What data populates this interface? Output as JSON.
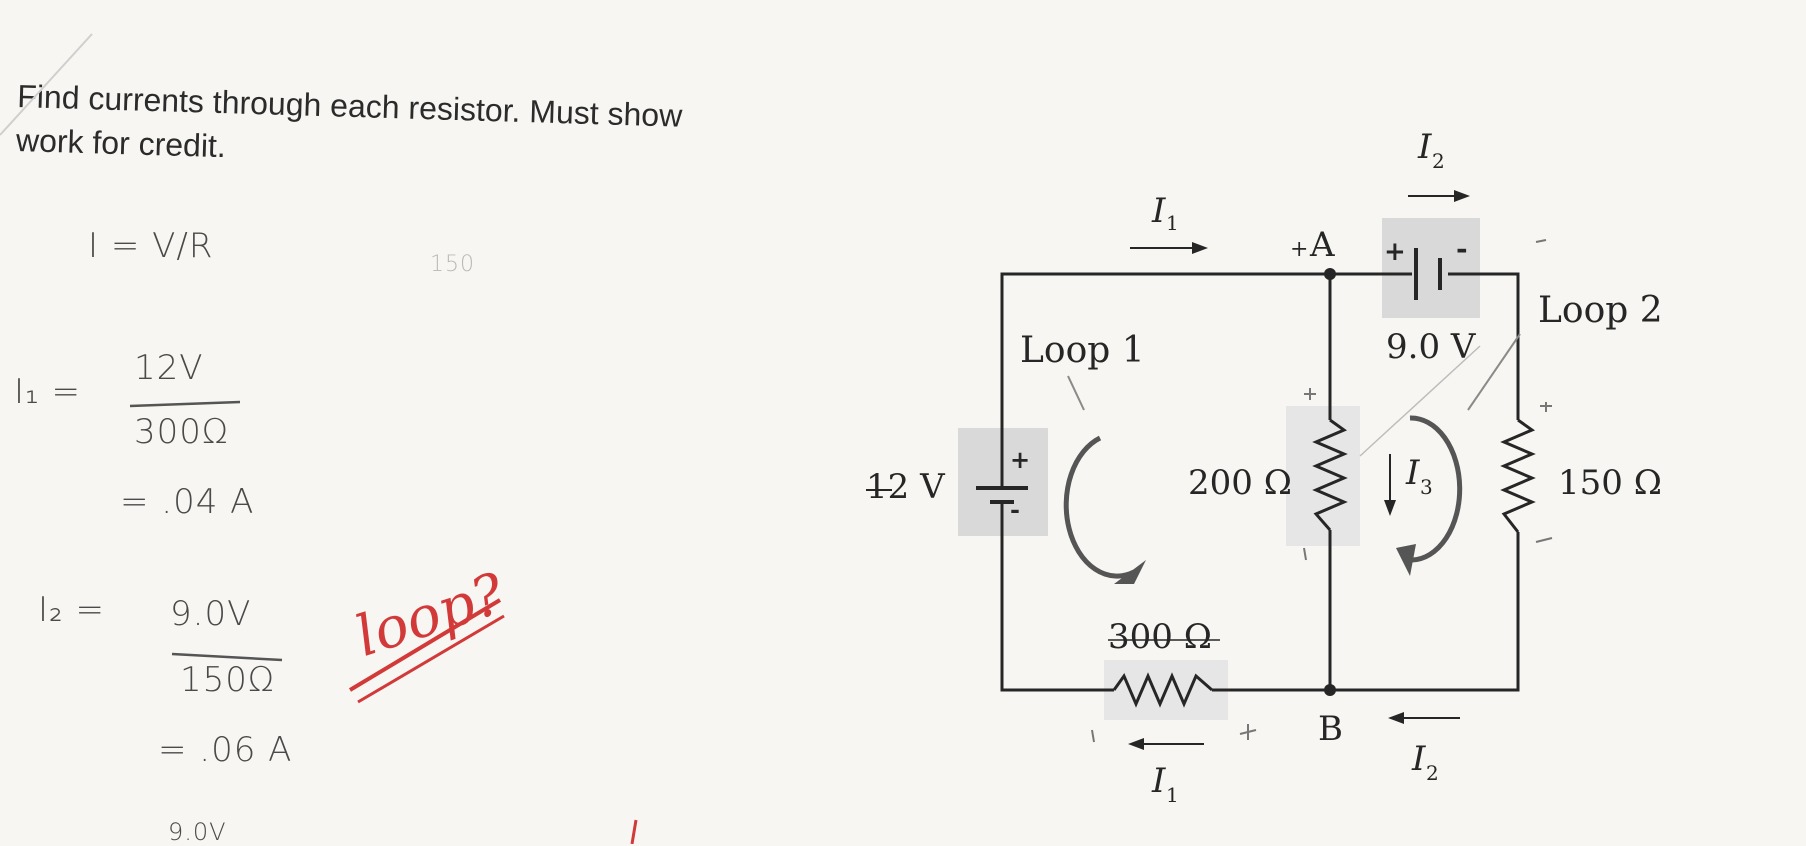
{
  "question": {
    "line1": "Find currents through each resistor. Must show",
    "line2": "work for credit."
  },
  "work": {
    "formula": "I = V/R",
    "faint_mark": "150",
    "i1_label": "I₁ =",
    "i1_num": "12V",
    "i1_den": "300Ω",
    "i1_result": "= .04 A",
    "i2_label": "I₂ =",
    "i2_num": "9.0V",
    "i2_den": "150Ω",
    "i2_result": "= .06 A",
    "bottom_partial": "9.0V",
    "teacher_note": "loop?"
  },
  "circuit": {
    "source_left": "12 V",
    "source_top": "9.0 V",
    "r_middle": "200 Ω",
    "r_right": "150 Ω",
    "r_bottom": "300 Ω",
    "loop1": "Loop 1",
    "loop2": "Loop 2",
    "node_a": "A",
    "node_b": "B",
    "current_1": "I",
    "current_2": "I",
    "current_3": "I",
    "sub_1": "1",
    "sub_2": "2",
    "sub_3": "3",
    "plus": "+",
    "minus": "-",
    "plus_a": "+"
  },
  "colors": {
    "ink": "#262626",
    "teacher_red": "#d23a3a",
    "highlight": "#d9d9d9"
  }
}
